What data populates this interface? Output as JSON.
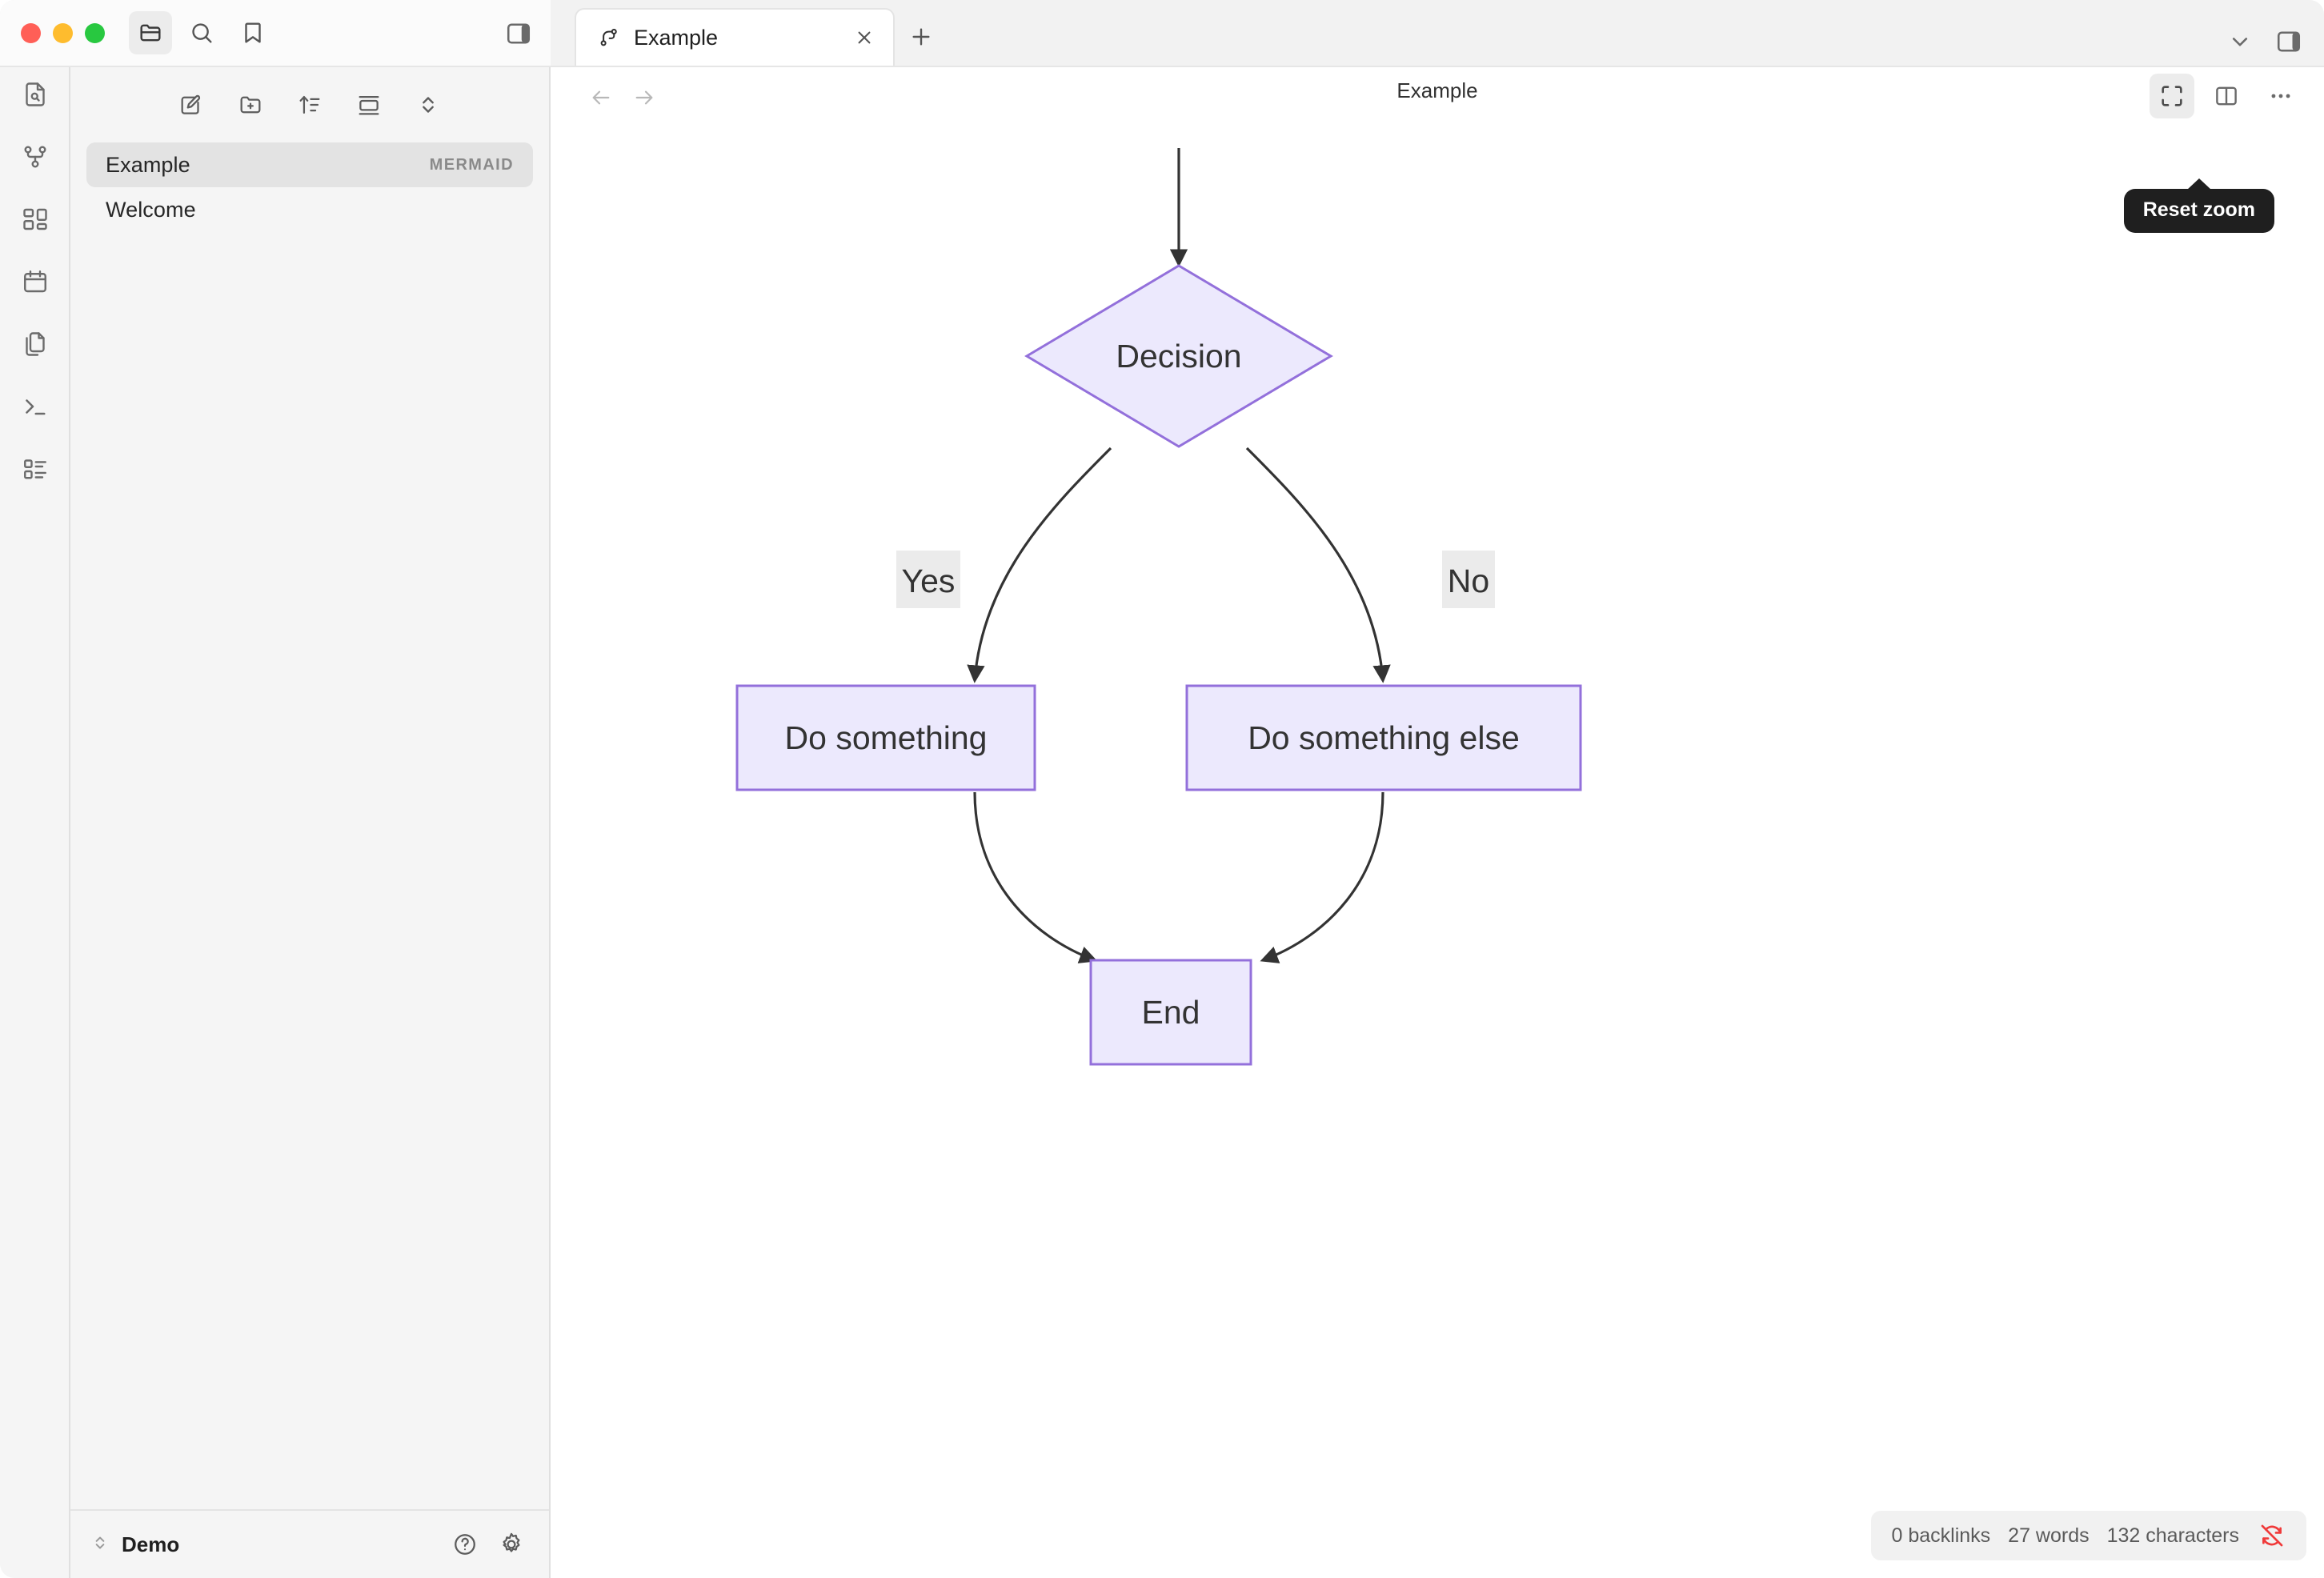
{
  "window": {
    "traffic_lights": [
      {
        "name": "close",
        "color": "#ff5f57"
      },
      {
        "name": "minimize",
        "color": "#febc2e"
      },
      {
        "name": "zoom",
        "color": "#28c840"
      }
    ]
  },
  "topbar": {
    "buttons": [
      {
        "icon": "folder-icon",
        "name": "files-toggle",
        "active": true
      },
      {
        "icon": "search-icon",
        "name": "search-button",
        "active": false
      },
      {
        "icon": "bookmark-icon",
        "name": "bookmarks-button",
        "active": false
      }
    ],
    "right_button": {
      "icon": "panel-right-icon",
      "name": "toggle-right-sidebar"
    }
  },
  "rail": {
    "items": [
      {
        "icon": "file-search-icon",
        "name": "sidebar-item-file-search"
      },
      {
        "icon": "graph-icon",
        "name": "sidebar-item-graph"
      },
      {
        "icon": "dashboard-icon",
        "name": "sidebar-item-dashboard"
      },
      {
        "icon": "calendar-icon",
        "name": "sidebar-item-calendar"
      },
      {
        "icon": "copy-files-icon",
        "name": "sidebar-item-templates"
      },
      {
        "icon": "terminal-icon",
        "name": "sidebar-item-terminal"
      },
      {
        "icon": "list-details-icon",
        "name": "sidebar-item-outline"
      }
    ]
  },
  "file_panel": {
    "toolbar": [
      {
        "icon": "new-note-icon",
        "name": "new-note-button"
      },
      {
        "icon": "new-folder-icon",
        "name": "new-folder-button"
      },
      {
        "icon": "sort-icon",
        "name": "sort-button"
      },
      {
        "icon": "collapse-icon",
        "name": "collapse-all-button"
      },
      {
        "icon": "expand-collapse-icon",
        "name": "expand-collapse-button"
      }
    ],
    "files": [
      {
        "name": "Example",
        "badge": "MERMAID",
        "selected": true
      },
      {
        "name": "Welcome",
        "badge": "",
        "selected": false
      }
    ],
    "footer": {
      "vault": "Demo",
      "help_icon": "help-circle-icon",
      "settings_icon": "gear-icon",
      "switch_icon": "chevron-updown-icon"
    }
  },
  "tabs": {
    "items": [
      {
        "label": "Example",
        "icon": "mermaid-icon",
        "active": true
      }
    ],
    "close_icon": "close-icon",
    "new_tab_icon": "plus-icon",
    "right": [
      {
        "icon": "chevron-down-icon",
        "name": "tab-list-button"
      },
      {
        "icon": "panel-right-icon",
        "name": "toggle-right-sidebar-tab"
      }
    ]
  },
  "view": {
    "title": "Example",
    "back_icon": "arrow-left-icon",
    "forward_icon": "arrow-right-icon",
    "actions": [
      {
        "icon": "reset-zoom-icon",
        "name": "reset-zoom-button",
        "active": true,
        "tooltip": "Reset zoom"
      },
      {
        "icon": "split-view-icon",
        "name": "split-view-button",
        "active": false
      },
      {
        "icon": "more-options-icon",
        "name": "more-options-button",
        "active": false
      }
    ],
    "tooltip": "Reset zoom"
  },
  "status": {
    "backlinks": "0 backlinks",
    "words": "27 words",
    "characters": "132 characters",
    "sync_icon": "sync-disabled-icon",
    "sync_color": "#f03a3a"
  },
  "chart_data": {
    "type": "diagram",
    "diagram_kind": "mermaid-flowchart",
    "direction": "TD",
    "theme": {
      "node_fill": "#ece9fd",
      "node_stroke": "#9370db",
      "edge_stroke": "#333333",
      "label_bg": "#ebebeb",
      "text_color": "#333333"
    },
    "nodes": [
      {
        "id": "A",
        "label": "Decision",
        "shape": "diamond"
      },
      {
        "id": "B",
        "label": "Do something",
        "shape": "rect"
      },
      {
        "id": "C",
        "label": "Do something else",
        "shape": "rect"
      },
      {
        "id": "D",
        "label": "End",
        "shape": "rect"
      }
    ],
    "edges": [
      {
        "from": "start",
        "to": "A",
        "label": ""
      },
      {
        "from": "A",
        "to": "B",
        "label": "Yes"
      },
      {
        "from": "A",
        "to": "C",
        "label": "No"
      },
      {
        "from": "B",
        "to": "D",
        "label": ""
      },
      {
        "from": "C",
        "to": "D",
        "label": ""
      }
    ]
  }
}
